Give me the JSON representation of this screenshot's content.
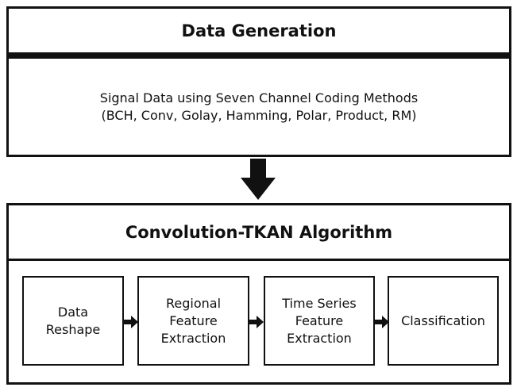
{
  "data_generation": {
    "title": "Data Generation",
    "line1": "Signal Data using Seven Channel Coding Methods",
    "line2": "(BCH, Conv, Golay, Hamming, Polar, Product, RM)"
  },
  "algorithm": {
    "title": "Convolution-TKAN Algorithm",
    "steps": [
      {
        "lines": [
          "Data",
          "Reshape"
        ]
      },
      {
        "lines": [
          "Regional",
          "Feature",
          "Extraction"
        ]
      },
      {
        "lines": [
          "Time Series",
          "Feature",
          "Extraction"
        ]
      },
      {
        "lines": [
          "Classification"
        ]
      }
    ]
  },
  "icons": {
    "flow_arrow": "down-arrow-icon",
    "step_arrow": "right-arrow-icon"
  },
  "colors": {
    "stroke": "#111111",
    "background": "#ffffff"
  }
}
